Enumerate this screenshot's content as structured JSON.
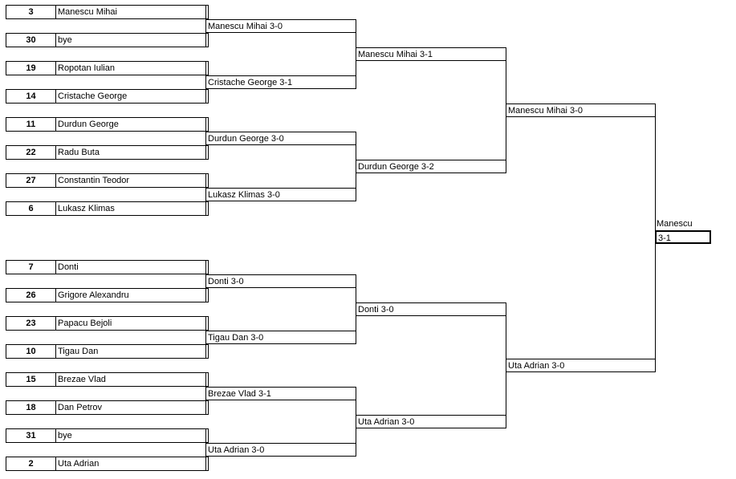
{
  "entries": [
    {
      "seed": "3",
      "name": "Manescu Mihai"
    },
    {
      "seed": "30",
      "name": "bye"
    },
    {
      "seed": "19",
      "name": "Ropotan Iulian"
    },
    {
      "seed": "14",
      "name": "Cristache George"
    },
    {
      "seed": "11",
      "name": "Durdun George"
    },
    {
      "seed": "22",
      "name": "Radu Buta"
    },
    {
      "seed": "27",
      "name": "Constantin Teodor"
    },
    {
      "seed": "6",
      "name": "Lukasz Klimas"
    },
    {
      "seed": "7",
      "name": "Donti"
    },
    {
      "seed": "26",
      "name": "Grigore Alexandru"
    },
    {
      "seed": "23",
      "name": "Papacu Bejoli"
    },
    {
      "seed": "10",
      "name": "Tigau Dan"
    },
    {
      "seed": "15",
      "name": "Brezae Vlad"
    },
    {
      "seed": "18",
      "name": "Dan Petrov"
    },
    {
      "seed": "31",
      "name": "bye"
    },
    {
      "seed": "2",
      "name": "Uta Adrian"
    }
  ],
  "round2": [
    "Manescu Mihai 3-0",
    "Cristache George 3-1",
    "Durdun George 3-0",
    "Lukasz Klimas 3-0",
    "Donti 3-0",
    "Tigau Dan 3-0",
    "Brezae Vlad 3-1",
    "Uta Adrian 3-0"
  ],
  "round3": [
    "Manescu Mihai 3-1",
    "Durdun George 3-2",
    "Donti 3-0",
    "Uta Adrian 3-0"
  ],
  "round4": [
    "Manescu Mihai 3-0",
    "Uta Adrian 3-0"
  ],
  "final": {
    "winner": "Manescu",
    "score": "3-1"
  }
}
